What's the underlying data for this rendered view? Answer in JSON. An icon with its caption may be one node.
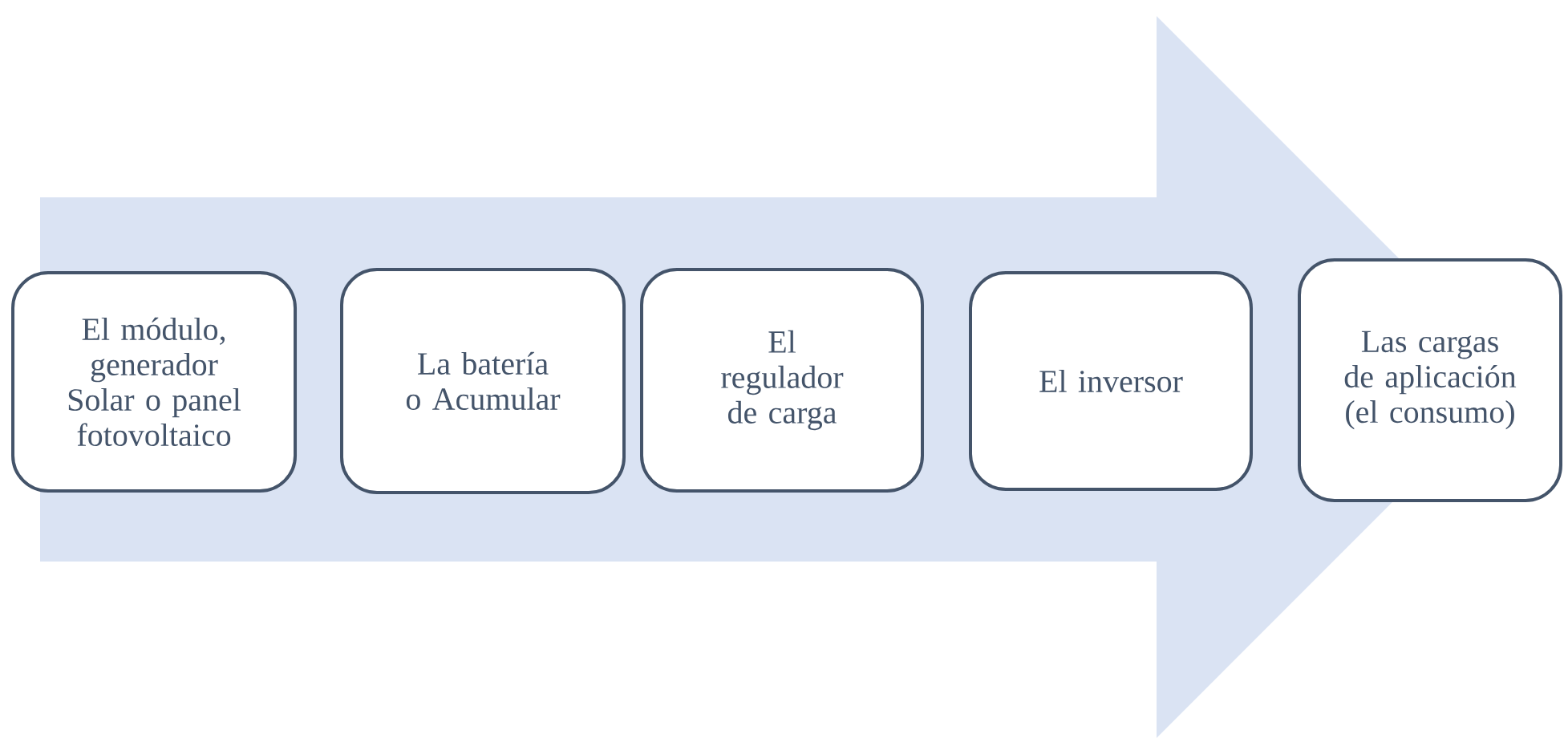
{
  "diagram": {
    "nodes": [
      {
        "text": [
          "El módulo, generador Solar o panel fotovoltaico"
        ]
      },
      {
        "text": [
          "La batería o Acumular"
        ]
      },
      {
        "text": [
          "El regulador de carga"
        ]
      },
      {
        "text": [
          "El inversor"
        ]
      },
      {
        "text": [
          "Las cargas de aplicación (el consumo)"
        ]
      }
    ],
    "edges": [
      {
        "from": 0,
        "to": 4,
        "arrow": "to"
      }
    ]
  }
}
